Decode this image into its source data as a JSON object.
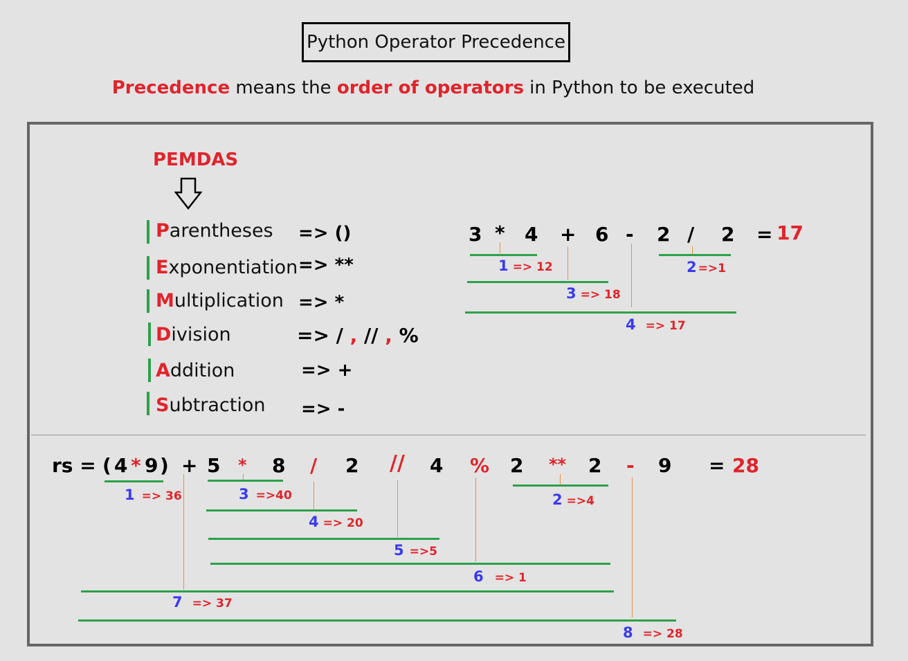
{
  "title": "Python Operator Precedence",
  "subtitle": {
    "p1": "Precedence",
    "p2": " means the ",
    "p3": "order of operators",
    "p4": " in Python to be executed"
  },
  "pemdas": {
    "label": "PEMDAS",
    "rules": [
      {
        "first": "P",
        "rest": "arentheses",
        "op": "=> ()"
      },
      {
        "first": "E",
        "rest": "xponentiation",
        "op": "=> **"
      },
      {
        "first": "M",
        "rest": "ultiplication",
        "op": "=> *"
      },
      {
        "first": "D",
        "rest": "ivision",
        "op_a": "=> /",
        "op_sep1": " , ",
        "op_b": "//",
        "op_sep2": " , ",
        "op_c": "%"
      },
      {
        "first": "A",
        "rest": "ddition",
        "op": "=> +"
      },
      {
        "first": "S",
        "rest": "ubtraction",
        "op": "=> -"
      }
    ]
  },
  "example1": {
    "tokens": [
      "3",
      "*",
      "4",
      "+",
      "6",
      "-",
      "2",
      "/",
      "2",
      "=",
      "17"
    ],
    "steps": [
      {
        "n": "1",
        "r": "=> 12"
      },
      {
        "n": "2",
        "r": "=>1"
      },
      {
        "n": "3",
        "r": "=> 18"
      },
      {
        "n": "4",
        "r": "=> 17"
      }
    ]
  },
  "example2": {
    "tokens": [
      "rs =",
      "(",
      "4",
      "*",
      "9",
      ")",
      "+",
      "5",
      "*",
      "8",
      "/",
      "2",
      "//",
      "4",
      "%",
      "2",
      "**",
      "2",
      "-",
      "9",
      "=",
      "28"
    ],
    "steps": [
      {
        "n": "1",
        "r": "=> 36"
      },
      {
        "n": "2",
        "r": "=>4"
      },
      {
        "n": "3",
        "r": "=>40"
      },
      {
        "n": "4",
        "r": "=> 20"
      },
      {
        "n": "5",
        "r": "=>5"
      },
      {
        "n": "6",
        "r": "=> 1"
      },
      {
        "n": "7",
        "r": "=> 37"
      },
      {
        "n": "8",
        "r": "=> 28"
      }
    ]
  },
  "colors": {
    "accent_red": "#e0242c",
    "step_blue": "#3a3af0",
    "line_green": "#2ca14a",
    "pointer_orange": "#e8914a"
  }
}
